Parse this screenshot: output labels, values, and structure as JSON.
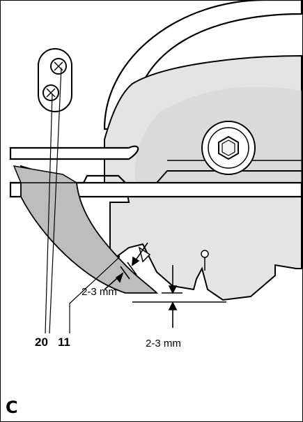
{
  "labels": {
    "gap_upper": "2-3 mm",
    "gap_lower": "2-3 mm",
    "part_20": "20",
    "part_11": "11",
    "figure_letter": "C"
  }
}
